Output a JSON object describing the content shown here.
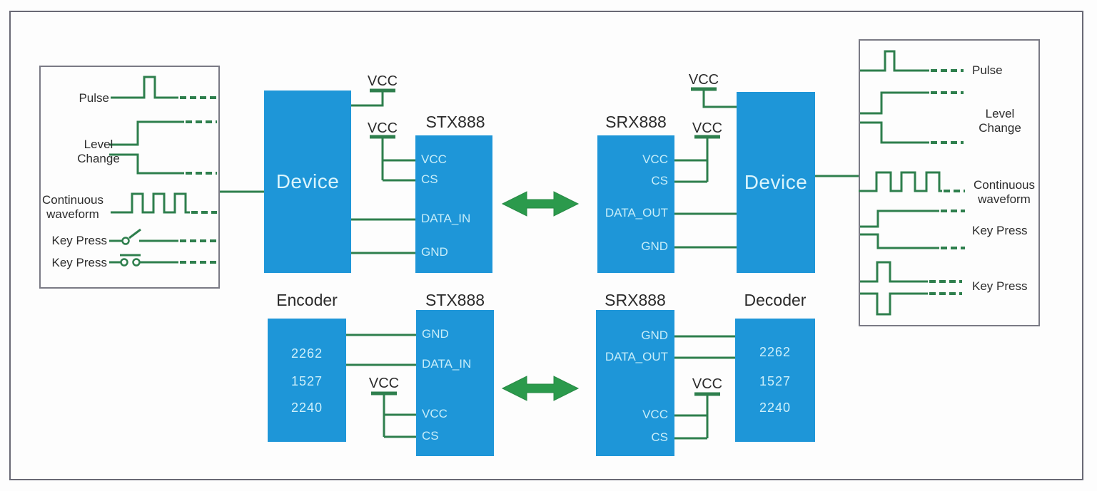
{
  "colors": {
    "block_blue": "#1e96d8",
    "line_green": "#2e7f4d",
    "arrow_green": "#2b9a4c",
    "panel_border": "#7a7a85",
    "text_dark": "#2b2b2b",
    "block_text": "#cdeffa"
  },
  "vcc_label": "VCC",
  "left_panel": {
    "labels": [
      "Pulse",
      "Level Change",
      "Continuous waveform",
      "Key Press",
      "Key Press"
    ]
  },
  "right_panel": {
    "labels": [
      "Pulse",
      "Level Change",
      "Continuous waveform",
      "Key Press",
      "Key Press"
    ]
  },
  "top": {
    "device_left_label": "Device",
    "device_right_label": "Device",
    "tx_title": "STX888",
    "tx_pins": [
      "VCC",
      "CS",
      "DATA_IN",
      "GND"
    ],
    "rx_title": "SRX888",
    "rx_pins": [
      "VCC",
      "CS",
      "DATA_OUT",
      "GND"
    ]
  },
  "bottom": {
    "encoder_title": "Encoder",
    "encoder_chips": [
      "2262",
      "1527",
      "2240"
    ],
    "tx_title": "STX888",
    "tx_pins": [
      "GND",
      "DATA_IN",
      "VCC",
      "CS"
    ],
    "rx_title": "SRX888",
    "rx_pins": [
      "GND",
      "DATA_OUT",
      "VCC",
      "CS"
    ],
    "decoder_title": "Decoder",
    "decoder_chips": [
      "2262",
      "1527",
      "2240"
    ]
  }
}
